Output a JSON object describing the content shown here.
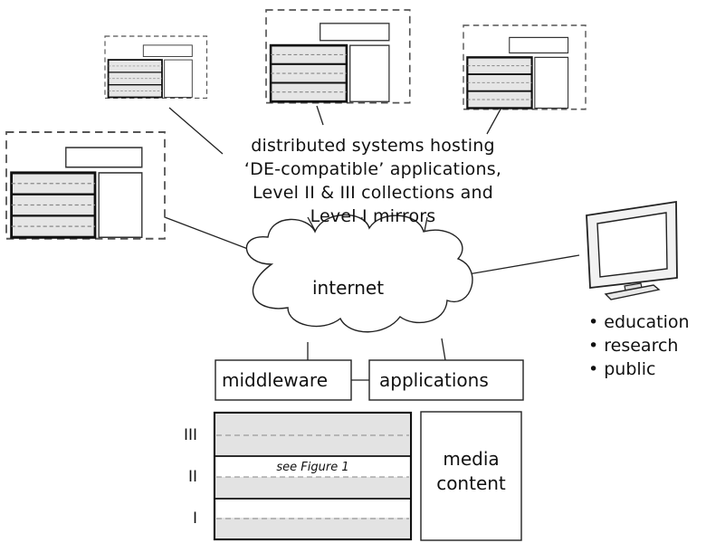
{
  "caption_lines": [
    "distributed systems hosting",
    "‘DE-compatible’ applications,",
    "Level II & III collections and",
    "Level I mirrors"
  ],
  "internet_label": "internet",
  "audience": [
    "education",
    "research",
    "public"
  ],
  "middleware_label": "middleware",
  "applications_label": "applications",
  "level_labels": [
    "III",
    "II",
    "I"
  ],
  "see_figure_label": "see Figure 1",
  "media_content_lines": [
    "media",
    "content"
  ]
}
